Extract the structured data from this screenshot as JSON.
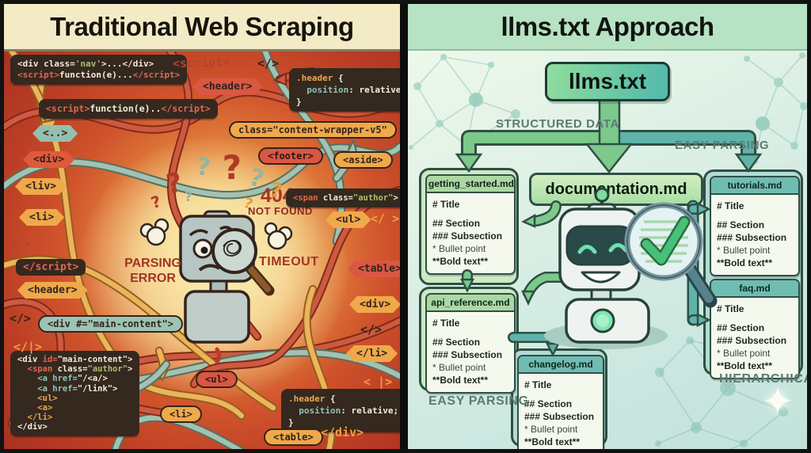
{
  "left": {
    "title": "Traditional Web Scraping",
    "errors": {
      "parsing": "PARSING ERROR",
      "timeout": "TIMEOUT",
      "code": "404",
      "not_found": "NOT FOUND"
    },
    "question_marks": [
      "?",
      "?",
      "?",
      "?",
      "?",
      "?",
      "?",
      "?"
    ],
    "code_boxes": [
      {
        "lines": [
          "<div class='nav'>...</div>",
          "<script>function(e)...</script>"
        ]
      },
      {
        "lines": [
          "<script>function(e)..</script>"
        ]
      },
      {
        "lines": [
          ".header {",
          "  position: relative;",
          "}"
        ]
      },
      {
        "lines": [
          "<span class=\"author\">"
        ]
      },
      {
        "lines": [
          "<div id=\"main-content\">",
          "  <span class=\"author\">",
          "    <a href=\"/<a/>",
          "    <a href=\"/link\">",
          "    <ul>",
          "    <a>",
          "  </li>",
          "</div>"
        ]
      },
      {
        "lines": [
          ".header {",
          "  position: relative;",
          "}"
        ]
      }
    ],
    "tags": [
      {
        "label": "<script>",
        "variant": "plain-red"
      },
      {
        "label": "</>",
        "variant": "plain-dark"
      },
      {
        "label": "<header>",
        "variant": "hex-red"
      },
      {
        "label": "<..>",
        "variant": "hex-teal"
      },
      {
        "label": "class=\"content-wrapper-v5\"",
        "variant": "pill-orange"
      },
      {
        "label": "<footer>",
        "variant": "pill-red"
      },
      {
        "label": "<aside>",
        "variant": "pill-orange"
      },
      {
        "label": "<div>",
        "variant": "hex-redorange"
      },
      {
        "label": "<liv>",
        "variant": "hex-orange"
      },
      {
        "label": "<li>",
        "variant": "hex-orange"
      },
      {
        "label": "</>",
        "variant": "plain-red"
      },
      {
        "label": "</script>",
        "variant": "box-dark"
      },
      {
        "label": "<header>",
        "variant": "hex-orange"
      },
      {
        "label": "</>",
        "variant": "plain-dark"
      },
      {
        "label": "<div #=\"main-content\">",
        "variant": "pill-teal"
      },
      {
        "label": "</|>",
        "variant": "plain-orange"
      },
      {
        "label": "<ul>",
        "variant": "hex-orange"
      },
      {
        "label": "</ >",
        "variant": "plain-orange"
      },
      {
        "label": "<table>",
        "variant": "hex-red"
      },
      {
        "label": "<div>",
        "variant": "hex-orange"
      },
      {
        "label": "</>",
        "variant": "plain-dark"
      },
      {
        "label": "</li>",
        "variant": "hex-orange"
      },
      {
        "label": "< |>",
        "variant": "plain-orange"
      },
      {
        "label": "<ul>",
        "variant": "pill-red"
      },
      {
        "label": "<li>",
        "variant": "pill-orange"
      },
      {
        "label": "<table>",
        "variant": "pill-orange"
      },
      {
        "label": "</div>",
        "variant": "plain-orange"
      }
    ]
  },
  "right": {
    "title": "llms.txt Approach",
    "sign_label": "llms.txt",
    "doc_box": "documentation.md",
    "labels": {
      "structured_data": "STRUCTURED DATA",
      "easy_parsing_top": "EASY PARSING",
      "easy_parsing_bottom": "EASY PARSING",
      "hierarchical": "HIERARCHICAL"
    },
    "md_lines": [
      "# Title",
      "## Section",
      "### Subsection",
      "* Bullet point",
      "**Bold text**"
    ],
    "cards": [
      {
        "name": "getting_started.md",
        "variant": "green"
      },
      {
        "name": "tutorials.md",
        "variant": "teal"
      },
      {
        "name": "api_reference.md",
        "variant": "green"
      },
      {
        "name": "faq.md",
        "variant": "teal"
      },
      {
        "name": "changelog.md",
        "variant": "teal"
      }
    ],
    "sparkle": "✦",
    "colors": {
      "green_accent": "#7cc98b",
      "teal_accent": "#5fb3aa",
      "dark_outline": "#2e5044"
    }
  }
}
